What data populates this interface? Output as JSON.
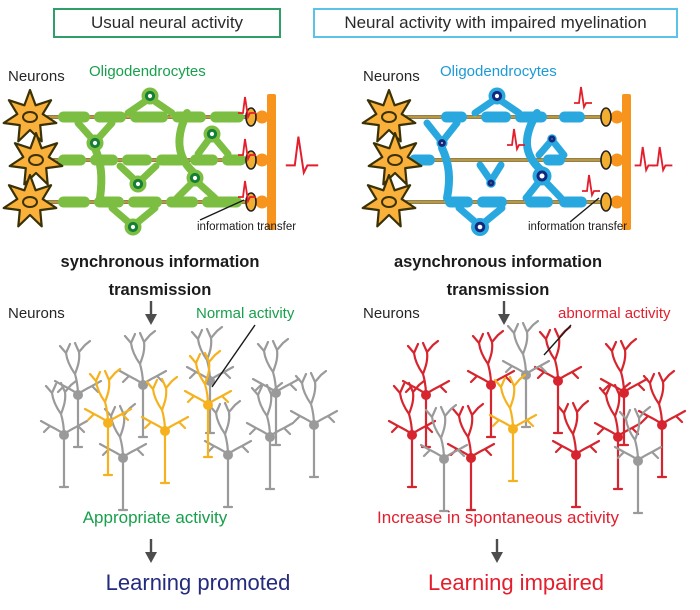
{
  "colors": {
    "green": "#7CBE42",
    "green_ring": "#157F35",
    "green_border": "#2F9E68",
    "green_text": "#17A04B",
    "blue": "#29A8E0",
    "blue_ring": "#14297E",
    "blue_border": "#5BC2EA",
    "blue_text": "#1C9AD6",
    "orange": "#F7941E",
    "terminal_oval": "#F2AE30",
    "star_fill": "#F9B13C",
    "outline_dark": "#3A3104",
    "axon": "#6B551A",
    "axon_core": "#E9C050",
    "red": "#E31E2D",
    "red_neuron": "#D6252E",
    "gray_neuron": "#9A9A9A",
    "yellow_neuron": "#F5B21E",
    "navy_text": "#242B7E",
    "text_dark": "#262626",
    "arrow": "#4D4D4D",
    "pointer": "#1A1A1A"
  },
  "left": {
    "title": "Usual neural activity",
    "neurons_label": "Neurons",
    "oligodendrocytes_label": "Oligodendrocytes",
    "info_transfer_label": "information transfer",
    "transmission_line1": "synchronous information",
    "transmission_line2": "transmission",
    "network_neurons_label": "Neurons",
    "activity_callout": "Normal activity",
    "activity_summary": "Appropriate activity",
    "outcome": "Learning promoted"
  },
  "right": {
    "title": "Neural activity with impaired myelination",
    "neurons_label": "Neurons",
    "oligodendrocytes_label": "Oligodendrocytes",
    "info_transfer_label": "information transfer",
    "transmission_line1": "asynchronous information",
    "transmission_line2": "transmission",
    "network_neurons_label": "Neurons",
    "activity_callout": "abnormal activity",
    "activity_summary": "Increase in spontaneous activity",
    "outcome": "Learning impaired"
  }
}
